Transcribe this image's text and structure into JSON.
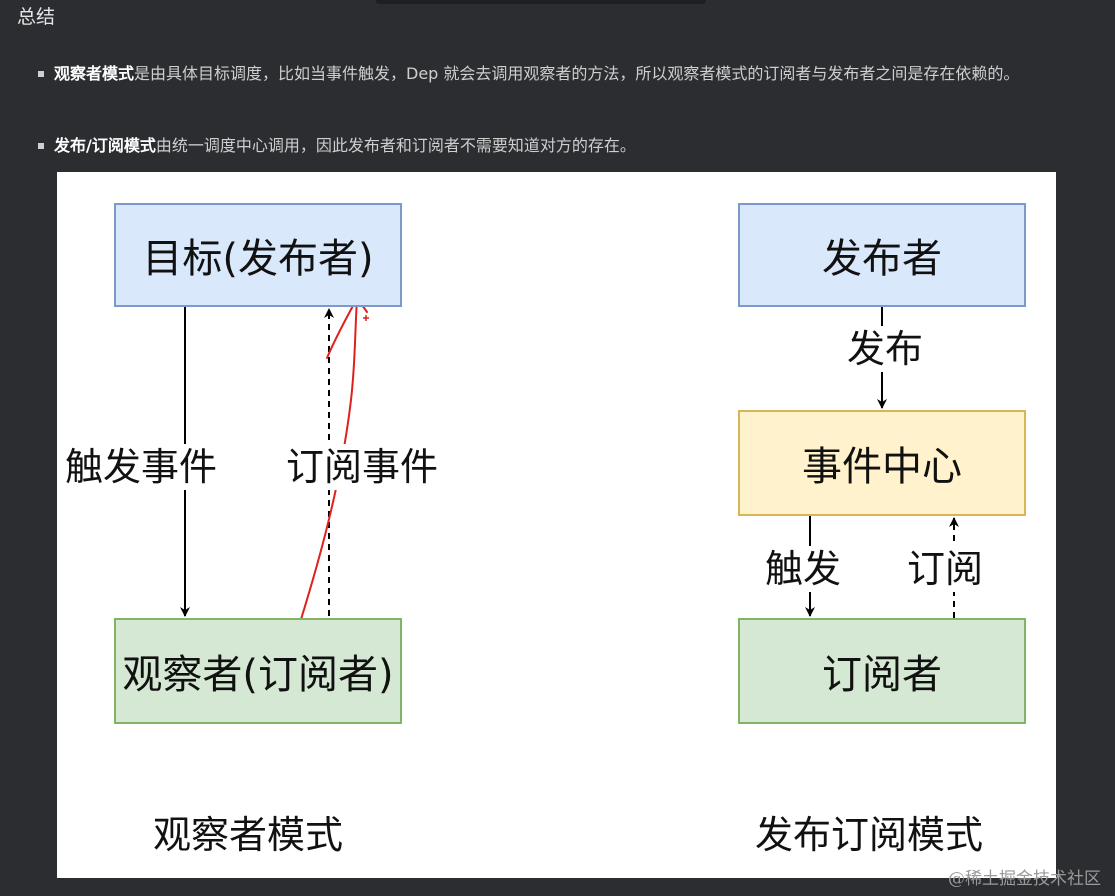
{
  "heading": "总结",
  "bullets": [
    {
      "bold": "观察者模式",
      "text": "是由具体目标调度，比如当事件触发，Dep 就会去调用观察者的方法，所以观察者模式的订阅者与发布者之间是存在依赖的。"
    },
    {
      "bold": "发布/订阅模式",
      "text": "由统一调度中心调用，因此发布者和订阅者不需要知道对方的存在。"
    }
  ],
  "diagram": {
    "observer_pattern": {
      "target_box": "目标(发布者)",
      "observer_box": "观察者(订阅者)",
      "trigger_label": "触发事件",
      "subscribe_label": "订阅事件",
      "caption": "观察者模式"
    },
    "pubsub_pattern": {
      "publisher_box": "发布者",
      "event_center_box": "事件中心",
      "subscriber_box": "订阅者",
      "publish_label": "发布",
      "trigger_label": "触发",
      "subscribe_label": "订阅",
      "caption": "发布订阅模式"
    },
    "colors": {
      "blue_fill": "#dae8fc",
      "blue_stroke": "#7c99c9",
      "yellow_fill": "#fff2cc",
      "yellow_stroke": "#d6b656",
      "green_fill": "#d5e8d4",
      "green_stroke": "#82b366",
      "annotation_red": "#e0201b"
    }
  },
  "watermark": "@稀土掘金技术社区"
}
